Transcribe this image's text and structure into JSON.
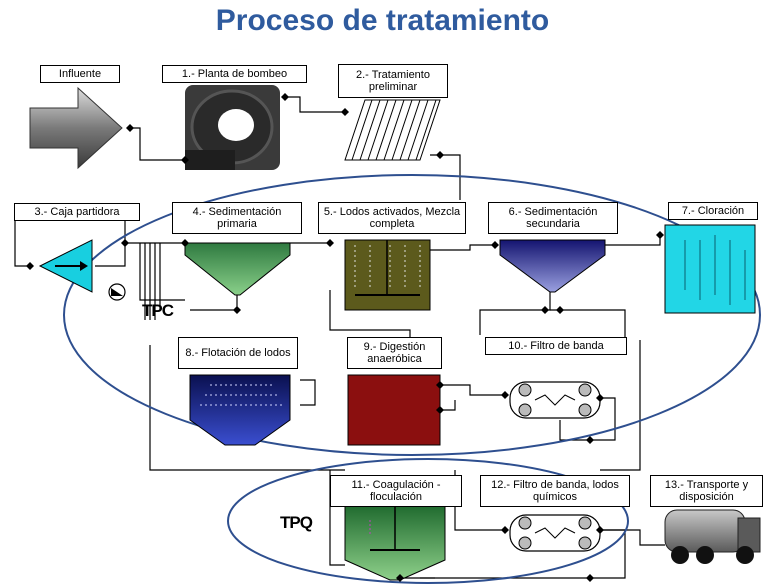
{
  "title": "Proceso de tratamiento",
  "labels": {
    "influente": "Influente",
    "planta_bombeo": "1.- Planta de bombeo",
    "pretratamiento": "2.- Tratamiento preliminar",
    "caja_partidora": "3.- Caja partidora",
    "sed_primaria": "4.- Sedimentación primaria",
    "lodos_activados": "5.- Lodos activados, Mezcla completa",
    "sed_secundaria": "6.- Sedimentación secundaria",
    "cloracion": "7.- Cloración",
    "flotacion": "8.- Flotación de lodos",
    "digestion": "9.- Digestión anaeróbica",
    "filtro_banda": "10.- Filtro de banda",
    "coagulacion": "11.- Coagulación - floculación",
    "filtro_banda_quim": "12.- Filtro de banda, lodos químicos",
    "transporte": "13.- Transporte y disposición"
  },
  "groups": {
    "tpc": "TPC",
    "tpq": "TPQ"
  },
  "colors": {
    "title": "#2f5b9e",
    "ellipse": "#2e4f8f",
    "sed_primaria_fill": "#4fa36a",
    "lodos_activados_fill": "#5c5a1c",
    "sed_secundaria_fill": "#3a3a9e",
    "cloracion_fill": "#22d6e6",
    "flotacion_fill": "#1c2a9c",
    "digestion_fill": "#8b0f0f",
    "coagulacion_fill": "#3f9a52",
    "caja_partidora_fill": "#18cfe0",
    "truck_fill": "#8a8a8a"
  }
}
